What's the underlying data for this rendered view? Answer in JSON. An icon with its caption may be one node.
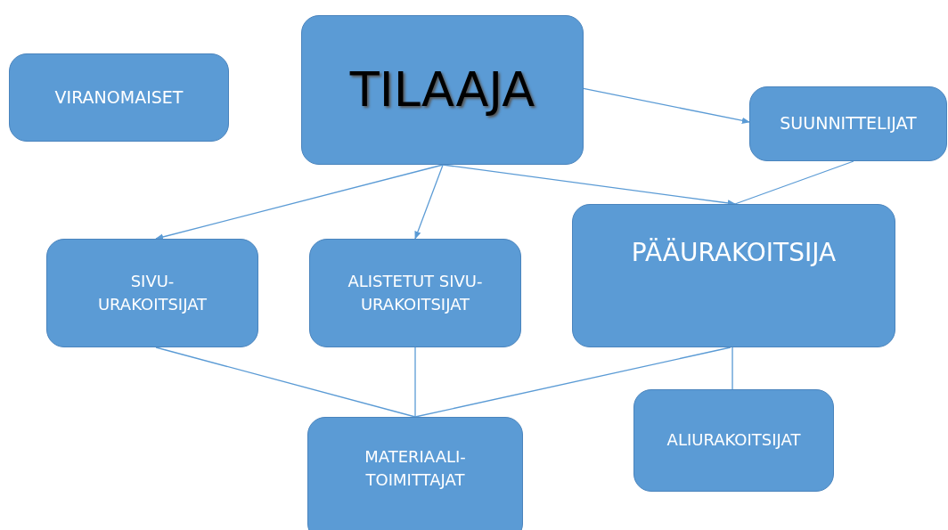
{
  "diagram": {
    "nodes": [
      {
        "text": [
          "VIRANOMAISET"
        ]
      },
      {
        "text": [
          "TILAAJA"
        ]
      },
      {
        "text": [
          "SUUNNITTELIJAT"
        ]
      },
      {
        "text": [
          "SIVU- URAKOITSIJAT"
        ]
      },
      {
        "text": [
          "ALISTETUT SIVU- URAKOITSIJAT"
        ]
      },
      {
        "text": [
          "PÄÄURAKOITSIJA"
        ]
      },
      {
        "text": [
          "MATERIAALI- TOIMITTAJAT"
        ]
      },
      {
        "text": [
          "ALIURAKOITSIJAT"
        ]
      }
    ],
    "edges": [
      {
        "from": 1,
        "to": 2,
        "arrow": "to"
      },
      {
        "from": 1,
        "to": 3,
        "arrow": "to"
      },
      {
        "from": 1,
        "to": 4,
        "arrow": "to"
      },
      {
        "from": 1,
        "to": 5,
        "arrow": "to"
      },
      {
        "from": 2,
        "to": 5,
        "arrow": "none"
      },
      {
        "from": 3,
        "to": 6,
        "arrow": "none"
      },
      {
        "from": 4,
        "to": 6,
        "arrow": "none"
      },
      {
        "from": 5,
        "to": 6,
        "arrow": "none"
      },
      {
        "from": 5,
        "to": 7,
        "arrow": "none"
      }
    ]
  }
}
